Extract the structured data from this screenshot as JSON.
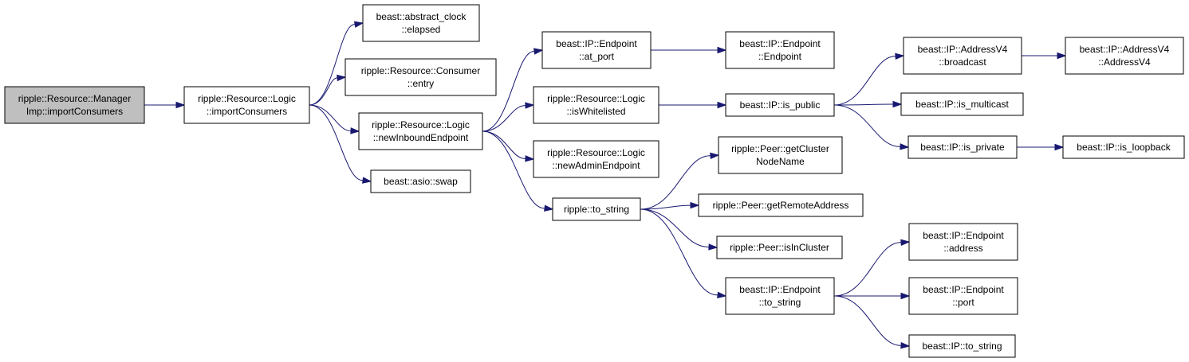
{
  "nodes": [
    {
      "id": "root",
      "lines": [
        "ripple::Resource::Manager",
        "Imp::importConsumers"
      ],
      "highlighted": true
    },
    {
      "id": "logic_import",
      "lines": [
        "ripple::Resource::Logic",
        "::importConsumers"
      ]
    },
    {
      "id": "abstract_clock",
      "lines": [
        "beast::abstract_clock",
        "::elapsed"
      ]
    },
    {
      "id": "consumer_entry",
      "lines": [
        "ripple::Resource::Consumer",
        "::entry"
      ]
    },
    {
      "id": "new_inbound",
      "lines": [
        "ripple::Resource::Logic",
        "::newInboundEndpoint"
      ]
    },
    {
      "id": "asio_swap",
      "lines": [
        "beast::asio::swap"
      ]
    },
    {
      "id": "at_port",
      "lines": [
        "beast::IP::Endpoint",
        "::at_port"
      ]
    },
    {
      "id": "is_whitelisted",
      "lines": [
        "ripple::Resource::Logic",
        "::isWhitelisted"
      ]
    },
    {
      "id": "new_admin",
      "lines": [
        "ripple::Resource::Logic",
        "::newAdminEndpoint"
      ]
    },
    {
      "id": "to_string_ripple",
      "lines": [
        "ripple::to_string"
      ]
    },
    {
      "id": "endpoint_ctor",
      "lines": [
        "beast::IP::Endpoint",
        "::Endpoint"
      ]
    },
    {
      "id": "is_public",
      "lines": [
        "beast::IP::is_public"
      ]
    },
    {
      "id": "get_cluster_name",
      "lines": [
        "ripple::Peer::getCluster",
        "NodeName"
      ]
    },
    {
      "id": "get_remote_address",
      "lines": [
        "ripple::Peer::getRemoteAddress"
      ]
    },
    {
      "id": "is_in_cluster",
      "lines": [
        "ripple::Peer::isInCluster"
      ]
    },
    {
      "id": "endpoint_to_string",
      "lines": [
        "beast::IP::Endpoint",
        "::to_string"
      ]
    },
    {
      "id": "broadcast",
      "lines": [
        "beast::IP::AddressV4",
        "::broadcast"
      ]
    },
    {
      "id": "is_multicast",
      "lines": [
        "beast::IP::is_multicast"
      ]
    },
    {
      "id": "is_private",
      "lines": [
        "beast::IP::is_private"
      ]
    },
    {
      "id": "endpoint_address",
      "lines": [
        "beast::IP::Endpoint",
        "::address"
      ]
    },
    {
      "id": "endpoint_port",
      "lines": [
        "beast::IP::Endpoint",
        "::port"
      ]
    },
    {
      "id": "ip_to_string",
      "lines": [
        "beast::IP::to_string"
      ]
    },
    {
      "id": "addressv4_ctor",
      "lines": [
        "beast::IP::AddressV4",
        "::AddressV4"
      ]
    },
    {
      "id": "is_loopback",
      "lines": [
        "beast::IP::is_loopback"
      ]
    }
  ],
  "edges": [
    [
      "root",
      "logic_import"
    ],
    [
      "logic_import",
      "abstract_clock"
    ],
    [
      "logic_import",
      "consumer_entry"
    ],
    [
      "logic_import",
      "new_inbound"
    ],
    [
      "logic_import",
      "asio_swap"
    ],
    [
      "new_inbound",
      "at_port"
    ],
    [
      "new_inbound",
      "is_whitelisted"
    ],
    [
      "new_inbound",
      "new_admin"
    ],
    [
      "new_inbound",
      "to_string_ripple"
    ],
    [
      "at_port",
      "endpoint_ctor"
    ],
    [
      "is_whitelisted",
      "is_public"
    ],
    [
      "is_public",
      "broadcast"
    ],
    [
      "is_public",
      "is_multicast"
    ],
    [
      "is_public",
      "is_private"
    ],
    [
      "broadcast",
      "addressv4_ctor"
    ],
    [
      "is_private",
      "is_loopback"
    ],
    [
      "to_string_ripple",
      "get_cluster_name"
    ],
    [
      "to_string_ripple",
      "get_remote_address"
    ],
    [
      "to_string_ripple",
      "is_in_cluster"
    ],
    [
      "to_string_ripple",
      "endpoint_to_string"
    ],
    [
      "endpoint_to_string",
      "endpoint_address"
    ],
    [
      "endpoint_to_string",
      "endpoint_port"
    ],
    [
      "endpoint_to_string",
      "ip_to_string"
    ]
  ],
  "colors": {
    "edge": "#191970",
    "root_fill": "#bfbfbf",
    "node_fill": "#ffffff",
    "node_stroke": "#000000"
  }
}
